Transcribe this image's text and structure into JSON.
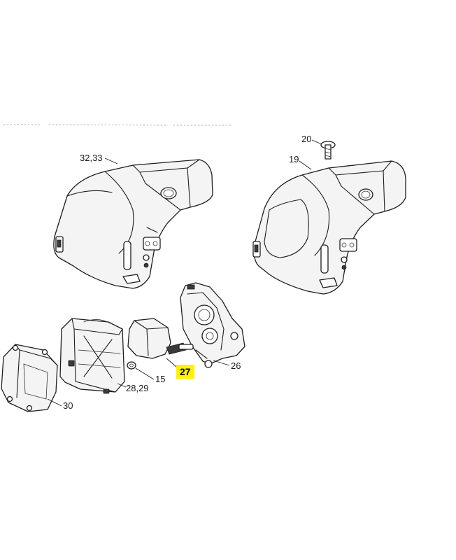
{
  "diagram": {
    "callouts": {
      "hood_left": "32,33",
      "screw": "20",
      "hood_right": "19",
      "air_filter": "28,29",
      "nut": "15",
      "baffle": "27",
      "carrier": "26",
      "filter_cover": "30"
    },
    "highlight_color": "#fff200"
  }
}
